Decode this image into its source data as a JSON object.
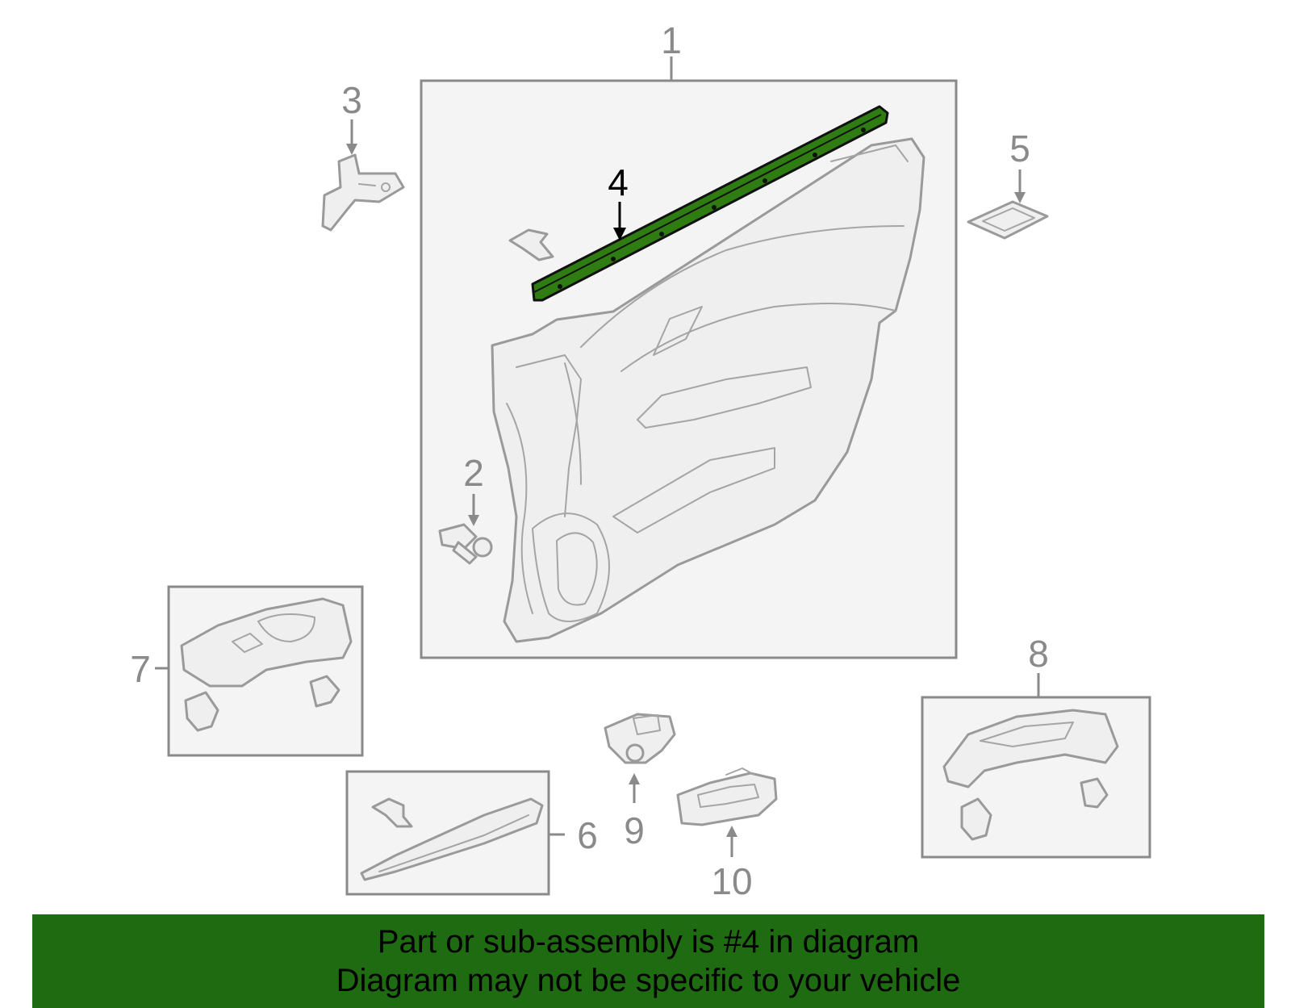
{
  "callouts": {
    "c1": "1",
    "c2": "2",
    "c3": "3",
    "c4": "4",
    "c5": "5",
    "c6": "6",
    "c7": "7",
    "c8": "8",
    "c9": "9",
    "c10": "10"
  },
  "highlight_part": "4",
  "colors": {
    "highlight_fill": "#2f7d12",
    "banner_background": "#1f6b12",
    "line_gray": "#9a9a9a"
  },
  "banner": {
    "line1": "Part or sub-assembly is #4 in diagram",
    "line2": "Diagram may not be specific to your vehicle"
  }
}
